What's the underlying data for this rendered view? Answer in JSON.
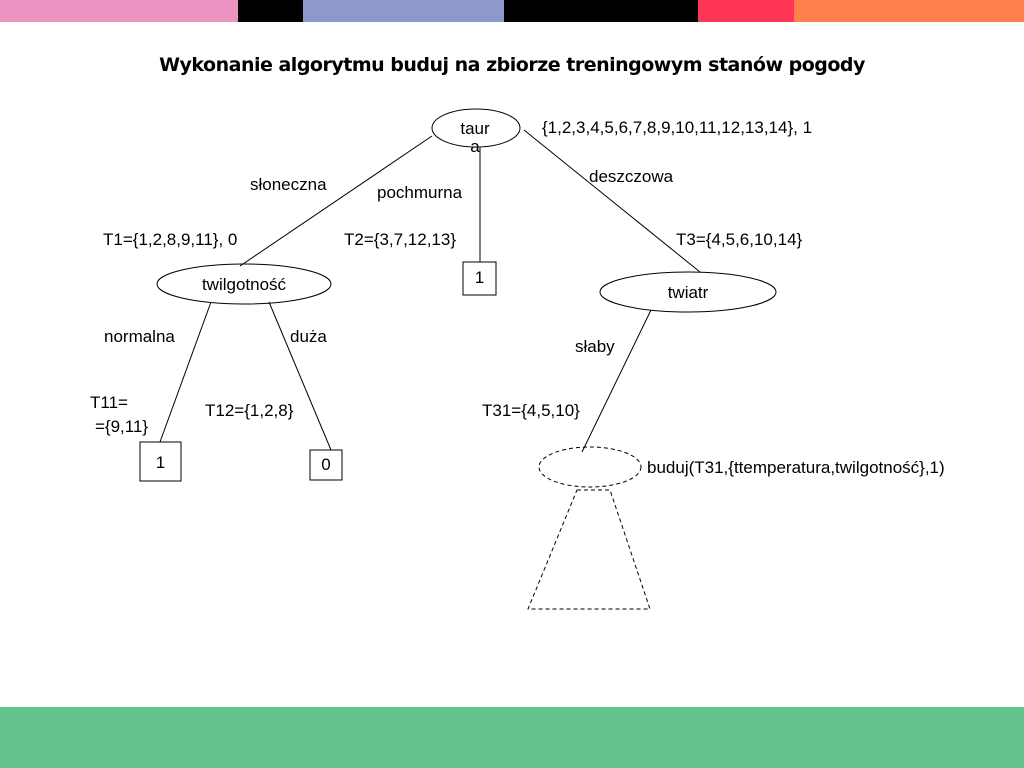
{
  "colors": {
    "topbar": [
      "#ea93c1",
      "#000000",
      "#8e98cc",
      "#000000",
      "#ff3657",
      "#ff7f4d"
    ],
    "bottombar": "#64c28b"
  },
  "title": "Wykonanie algorytmu buduj na zbiorze treningowym stanów pogody",
  "root": {
    "label": "taur a",
    "set_label": "{1,2,3,4,5,6,7,8,9,10,11,12,13,14},  1"
  },
  "branches": {
    "sloneczna": {
      "label": "słoneczna",
      "set_label": "T1={1,2,8,9,11},  0"
    },
    "pochmurna": {
      "label": "pochmurna",
      "set_label": "T2={3,7,12,13}",
      "leaf": "1"
    },
    "deszczowa": {
      "label": "deszczowa",
      "set_label": "T3={4,5,6,10,14}"
    }
  },
  "twilgotnosc": {
    "label": "twilgotność",
    "normalna": {
      "label": "normalna",
      "set_label_line1": "T11=",
      "set_label_line2": "={9,11}",
      "leaf": "1"
    },
    "duza": {
      "label": "duża",
      "set_label": "T12={1,2,8}",
      "leaf": "0"
    }
  },
  "twiatr": {
    "label": "twiatr",
    "slaby": {
      "label": "słaby",
      "set_label": "T31={4,5,10}"
    }
  },
  "recursive_call": "buduj(T31,{ttemperatura,twilgotność},1)"
}
